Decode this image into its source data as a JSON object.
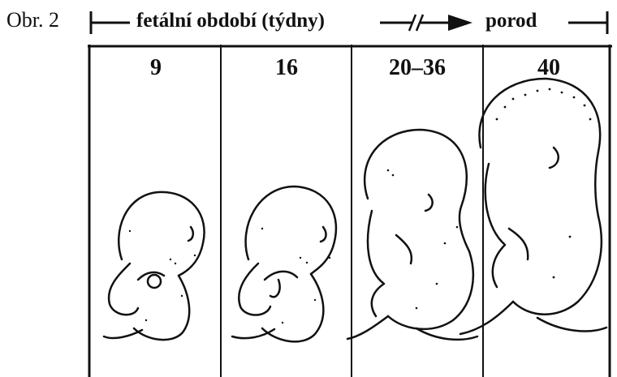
{
  "figure_label": "Obr. 2",
  "timeline": {
    "fetal_period": "fetální období (týdny)",
    "birth": "porod"
  },
  "weeks": [
    "9",
    "16",
    "20–36",
    "40"
  ],
  "colors": {
    "ink": "#111111",
    "background": "#ffffff"
  }
}
